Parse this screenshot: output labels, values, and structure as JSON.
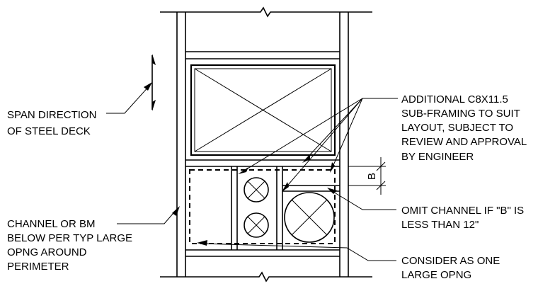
{
  "notes": {
    "span_direction": [
      "SPAN DIRECTION",
      "OF STEEL DECK"
    ],
    "additional_subframing": [
      "ADDITIONAL C8X11.5",
      "SUB-FRAMING TO SUIT",
      "LAYOUT, SUBJECT TO",
      "REVIEW AND APPROVAL",
      "BY ENGINEER"
    ],
    "omit_channel": [
      "OMIT CHANNEL IF \"B\" IS",
      "LESS THAN 12\""
    ],
    "channel_or_beam": [
      "CHANNEL OR BM",
      "BELOW PER TYP LARGE",
      "OPNG AROUND",
      "PERIMETER"
    ],
    "consider_one_opening": [
      "CONSIDER AS ONE",
      "LARGE OPNG"
    ]
  },
  "dimension_label": "B"
}
